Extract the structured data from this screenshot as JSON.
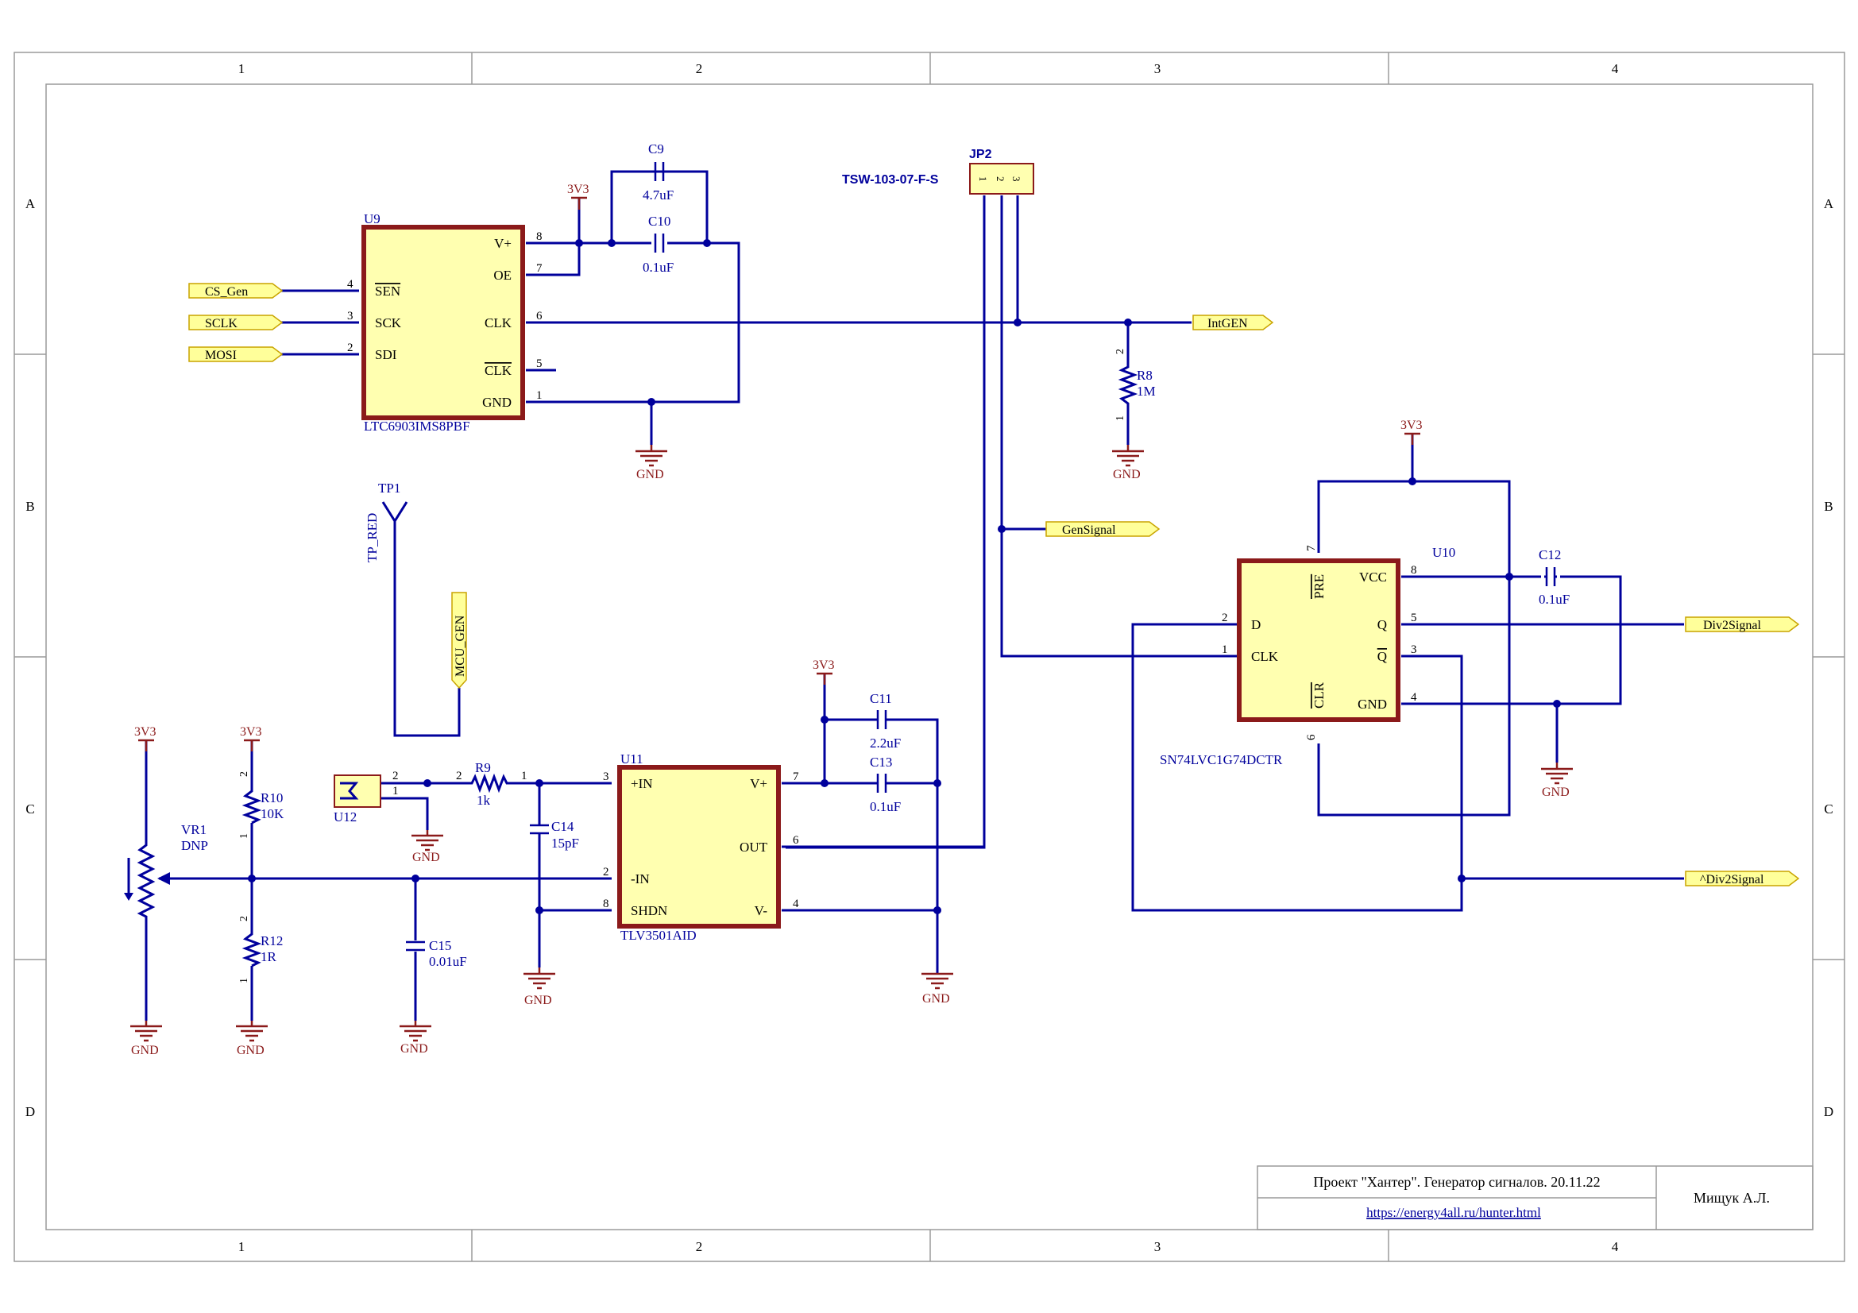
{
  "border": {
    "cols": [
      "1",
      "2",
      "3",
      "4"
    ],
    "rows": [
      "A",
      "B",
      "C",
      "D"
    ]
  },
  "title_block": {
    "title": "Проект \"Хантер\". Генератор сигналов. 20.11.22",
    "url": "https://energy4all.ru/hunter.html",
    "author": "Мищук А.Л."
  },
  "components": {
    "u9": {
      "ref": "U9",
      "part": "LTC6903IMS8PBF",
      "pins_left": [
        {
          "num": "4",
          "name": "SEN"
        },
        {
          "num": "3",
          "name": "SCK"
        },
        {
          "num": "2",
          "name": "SDI"
        }
      ],
      "pins_right": [
        {
          "num": "8",
          "name": "V+"
        },
        {
          "num": "7",
          "name": "OE"
        },
        {
          "num": "6",
          "name": "CLK"
        },
        {
          "num": "5",
          "name": "CLK"
        },
        {
          "num": "1",
          "name": "GND"
        }
      ]
    },
    "c9": {
      "ref": "C9",
      "value": "4.7uF"
    },
    "c10": {
      "ref": "C10",
      "value": "0.1uF"
    },
    "jp2": {
      "ref": "JP2",
      "part": "TSW-103-07-F-S",
      "pins": [
        "1",
        "2",
        "3"
      ]
    },
    "r8": {
      "ref": "R8",
      "value": "1M",
      "p1": "1",
      "p2": "2"
    },
    "tp1": {
      "ref": "TP1",
      "part": "TP_RED"
    },
    "u11": {
      "ref": "U11",
      "part": "TLV3501AID",
      "pins_left": [
        {
          "num": "3",
          "name": "+IN"
        },
        {
          "num": "2",
          "name": "-IN"
        },
        {
          "num": "8",
          "name": "SHDN"
        }
      ],
      "pins_right": [
        {
          "num": "7",
          "name": "V+"
        },
        {
          "num": "6",
          "name": "OUT"
        },
        {
          "num": "4",
          "name": "V-"
        }
      ]
    },
    "c11": {
      "ref": "C11",
      "value": "2.2uF"
    },
    "c13": {
      "ref": "C13",
      "value": "0.1uF"
    },
    "c14": {
      "ref": "C14",
      "value": "15pF"
    },
    "c15": {
      "ref": "C15",
      "value": "0.01uF"
    },
    "r9": {
      "ref": "R9",
      "value": "1k",
      "p1": "1",
      "p2": "2"
    },
    "r10": {
      "ref": "R10",
      "value": "10K",
      "p1": "1",
      "p2": "2"
    },
    "r12": {
      "ref": "R12",
      "value": "1R",
      "p1": "1",
      "p2": "2"
    },
    "vr1": {
      "ref": "VR1",
      "value": "DNP"
    },
    "u12": {
      "ref": "U12",
      "p1": "1",
      "p2": "2"
    },
    "u10": {
      "ref": "U10",
      "part": "SN74LVC1G74DCTR",
      "pins_left": [
        {
          "num": "2",
          "name": "D"
        },
        {
          "num": "1",
          "name": "CLK"
        }
      ],
      "pins_right": [
        {
          "num": "8",
          "name": "VCC"
        },
        {
          "num": "5",
          "name": "Q"
        },
        {
          "num": "3",
          "name": "Q"
        },
        {
          "num": "4",
          "name": "GND"
        }
      ],
      "pin_top": {
        "num": "7",
        "name": "PRE"
      },
      "pin_bottom": {
        "num": "6",
        "name": "CLR"
      }
    },
    "c12": {
      "ref": "C12",
      "value": "0.1uF"
    }
  },
  "net_labels": {
    "cs_gen": "CS_Gen",
    "sclk": "SCLK",
    "mosi": "MOSI",
    "intgen": "IntGEN",
    "gensignal": "GenSignal",
    "mcu_gen": "MCU_GEN",
    "div2": "Div2Signal",
    "ndiv2": "^Div2Signal"
  },
  "power": {
    "v3v3": "3V3",
    "gnd": "GND"
  },
  "colors": {
    "wire": "#00009c",
    "chip_fill": "#ffffb0",
    "chip_border": "#8b1a1a",
    "power": "#8b1a1a",
    "port_fill": "#ffff9a"
  }
}
